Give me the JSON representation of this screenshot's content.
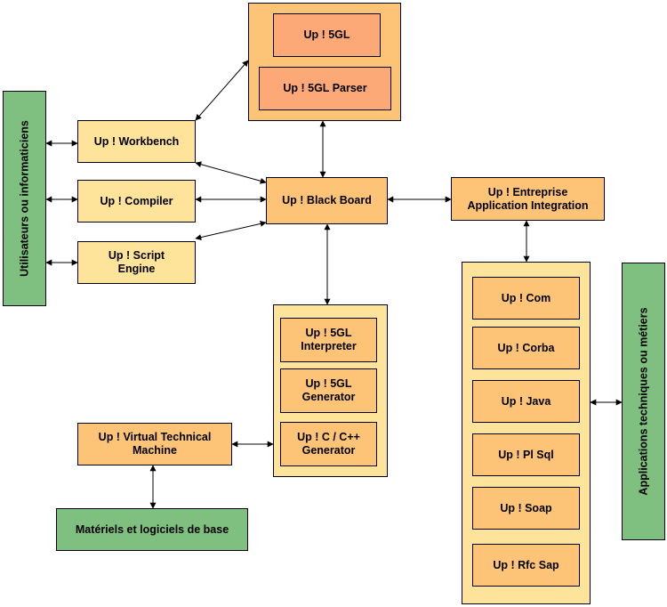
{
  "users_label": "Utilisateurs ou informaticiens",
  "apps_label": "Applications techniques ou métiers",
  "hardware_label": "Matériels et logiciels de base",
  "core": {
    "fivegl": "Up ! 5GL",
    "parser": "Up ! 5GL Parser",
    "workbench": "Up ! Workbench",
    "compiler": "Up ! Compiler",
    "script_engine": "Up ! Script\nEngine",
    "black_board": "Up ! Black Board",
    "eai": "Up ! Entreprise\nApplication Integration",
    "vtm": "Up ! Virtual Technical\nMachine"
  },
  "generators": {
    "interpreter": "Up ! 5GL\nInterpreter",
    "generator": "Up ! 5GL\nGenerator",
    "c_generator": "Up ! C  / C++\nGenerator"
  },
  "connectors": {
    "com": "Up ! Com",
    "corba": "Up ! Corba",
    "java": "Up ! Java",
    "plsql": "Up ! Pl Sql",
    "soap": "Up ! Soap",
    "rfc_sap": "Up ! Rfc Sap"
  },
  "colors": {
    "light_yellow": "#fde49a",
    "orange": "#fdc477",
    "salmon": "#fca877",
    "green": "#7fbf7f"
  }
}
